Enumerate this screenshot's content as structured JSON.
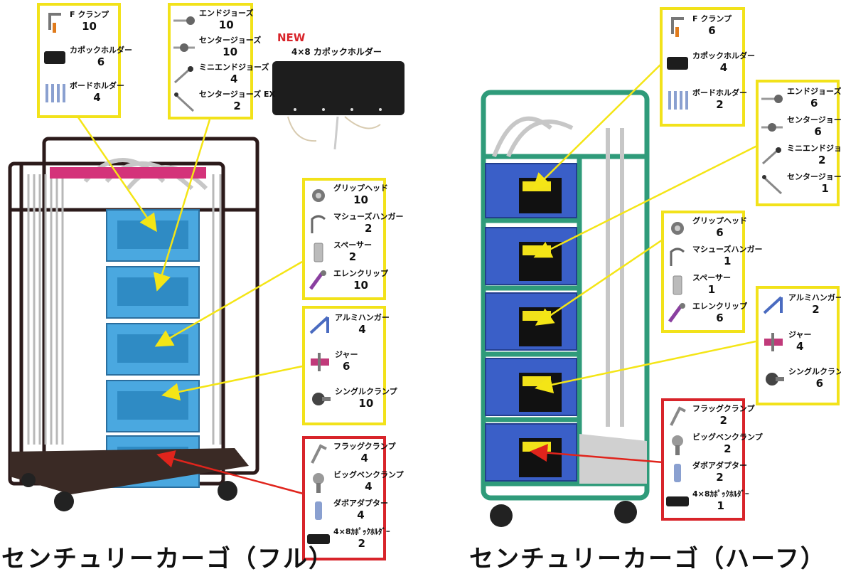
{
  "colors": {
    "yellow_border": "#f2e21a",
    "red_border": "#d8242a",
    "basket": "#4aa8e0",
    "basket_half": "#3a5fc8",
    "frame_full": "#2b1a1a",
    "frame_half": "#2f9b7a",
    "arrow_yellow": "#f4e516",
    "arrow_red": "#e0241c"
  },
  "new_product": {
    "tag": "NEW",
    "label": "4×8 カポックホルダー"
  },
  "full": {
    "title": "センチュリーカーゴ（フル）",
    "box1": [
      {
        "icon": "f-clamp-icon",
        "label": "F クランプ",
        "qty": "10"
      },
      {
        "icon": "kapok-holder-icon",
        "label": "カポックホルダー",
        "qty": "6"
      },
      {
        "icon": "board-holder-icon",
        "label": "ボードホルダー",
        "qty": "4"
      }
    ],
    "box2": [
      {
        "icon": "end-jaws-icon",
        "label": "エンドジョーズ",
        "qty": "10"
      },
      {
        "icon": "center-jaws-icon",
        "label": "センタージョーズ",
        "qty": "10"
      },
      {
        "icon": "mini-end-jaws-icon",
        "label": "ミニエンドジョーズ",
        "qty": "4"
      },
      {
        "icon": "center-jaws-ex-icon",
        "label": "センタージョーズ EX",
        "qty": "2"
      }
    ],
    "box3": [
      {
        "icon": "grip-head-icon",
        "label": "グリップヘッド",
        "qty": "10"
      },
      {
        "icon": "matthews-hanger-icon",
        "label": "マシューズハンガー",
        "qty": "2"
      },
      {
        "icon": "spacer-icon",
        "label": "スペーサー",
        "qty": "2"
      },
      {
        "icon": "elen-clip-icon",
        "label": "エレンクリップ",
        "qty": "10"
      }
    ],
    "box4": [
      {
        "icon": "aluminium-hanger-icon",
        "label": "アルミハンガー",
        "qty": "4"
      },
      {
        "icon": "jar-icon",
        "label": "ジャー",
        "qty": "6"
      },
      {
        "icon": "single-clamp-icon",
        "label": "シングルクランプ",
        "qty": "10"
      }
    ],
    "box5": [
      {
        "icon": "flag-clamp-icon",
        "label": "フラッグクランプ",
        "qty": "4"
      },
      {
        "icon": "big-ben-clamp-icon",
        "label": "ビッグベンクランプ",
        "qty": "4"
      },
      {
        "icon": "dabo-adapter-icon",
        "label": "ダボアダプター",
        "qty": "4"
      },
      {
        "icon": "kapok-holder-4x8-icon",
        "label": "4×8ｶﾎﾟｯｸﾎﾙﾀﾞｰ",
        "qty": "2"
      }
    ]
  },
  "half": {
    "title": "センチュリーカーゴ（ハーフ）",
    "box1": [
      {
        "icon": "f-clamp-icon",
        "label": "F クランプ",
        "qty": "6"
      },
      {
        "icon": "kapok-holder-icon",
        "label": "カポックホルダー",
        "qty": "4"
      },
      {
        "icon": "board-holder-icon",
        "label": "ボードホルダー",
        "qty": "2"
      }
    ],
    "box2": [
      {
        "icon": "end-jaws-icon",
        "label": "エンドジョーズ",
        "qty": "6"
      },
      {
        "icon": "center-jaws-icon",
        "label": "センタージョーズ",
        "qty": "6"
      },
      {
        "icon": "mini-end-jaws-icon",
        "label": "ミニエンドジョーズ",
        "qty": "2"
      },
      {
        "icon": "center-jaws-ex-icon",
        "label": "センタージョーズ EX",
        "qty": "1"
      }
    ],
    "box3": [
      {
        "icon": "grip-head-icon",
        "label": "グリップヘッド",
        "qty": "6"
      },
      {
        "icon": "matthews-hanger-icon",
        "label": "マシューズハンガー",
        "qty": "1"
      },
      {
        "icon": "spacer-icon",
        "label": "スペーサー",
        "qty": "1"
      },
      {
        "icon": "elen-clip-icon",
        "label": "エレンクリップ",
        "qty": "6"
      }
    ],
    "box4": [
      {
        "icon": "aluminium-hanger-icon",
        "label": "アルミハンガー",
        "qty": "2"
      },
      {
        "icon": "jar-icon",
        "label": "ジャー",
        "qty": "4"
      },
      {
        "icon": "single-clamp-icon",
        "label": "シングルクランプ",
        "qty": "6"
      }
    ],
    "box5": [
      {
        "icon": "flag-clamp-icon",
        "label": "フラッグクランプ",
        "qty": "2"
      },
      {
        "icon": "big-ben-clamp-icon",
        "label": "ビッグベンクランプ",
        "qty": "2"
      },
      {
        "icon": "dabo-adapter-icon",
        "label": "ダボアダプター",
        "qty": "2"
      },
      {
        "icon": "kapok-holder-4x8-icon",
        "label": "4×8ｶﾎﾟｯｸﾎﾙﾀﾞｰ",
        "qty": "1"
      }
    ]
  }
}
